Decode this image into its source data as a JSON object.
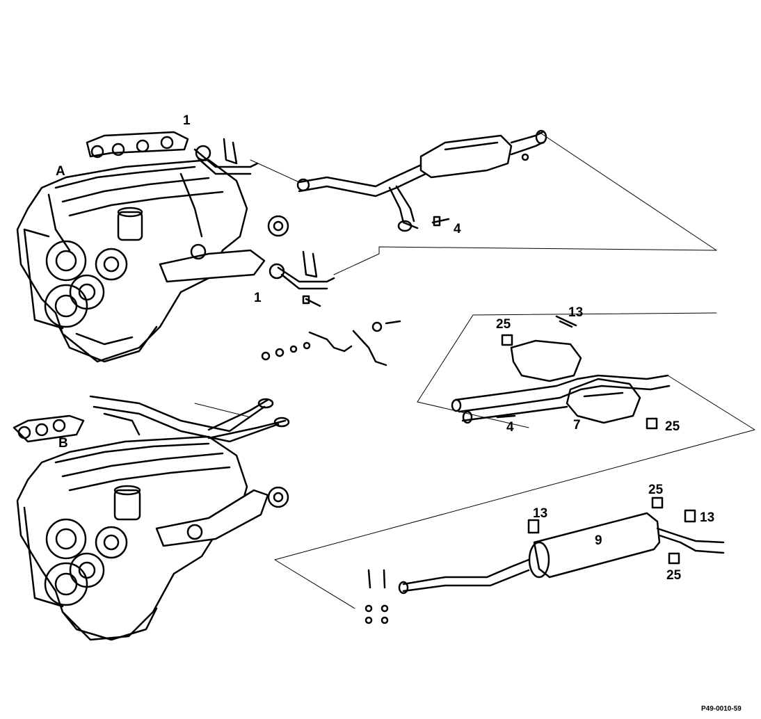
{
  "figure_code": "P49-0010-59",
  "engine_labels": {
    "a": "A",
    "b": "B"
  },
  "callouts": {
    "manifold_nut_top": "1",
    "manifold_nut_bottom": "1",
    "clamp_bolt_mid": "4",
    "clamp_bolt_muffler": "4",
    "rear_muffler_left": "7",
    "main_muffler": "9",
    "hanger_top": "13",
    "hanger_center": "13",
    "hanger_right": "13",
    "mount_top": "25",
    "mount_right": "25",
    "mount_upper_rear": "25",
    "mount_lower_rear": "25"
  },
  "colors": {
    "ink": "#000000",
    "paper": "#ffffff"
  }
}
